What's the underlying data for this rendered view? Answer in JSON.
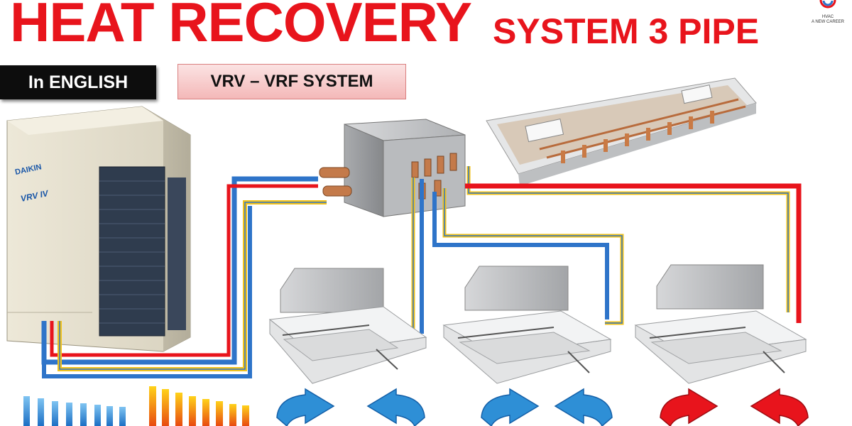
{
  "header": {
    "title_main": "HEAT RECOVERY",
    "title_sub": "SYSTEM  3 PIPE",
    "logo_line1": "HVAC",
    "logo_line2": "A NEW CAREER"
  },
  "badges": {
    "language": "In ENGLISH",
    "system": "VRV – VRF  SYSTEM"
  },
  "outdoor_unit": {
    "brand": "DAIKIN",
    "model": "VRV IV"
  },
  "pipe_colors": {
    "gas": "#2e74c9",
    "discharge": "#e8141c",
    "liquid": "#f2c21a"
  },
  "indoor_units": [
    {
      "mode": "cooling",
      "arrow_color": "#2e8fd6"
    },
    {
      "mode": "cooling",
      "arrow_color": "#2e8fd6"
    },
    {
      "mode": "heating",
      "arrow_color": "#e8141c"
    }
  ]
}
